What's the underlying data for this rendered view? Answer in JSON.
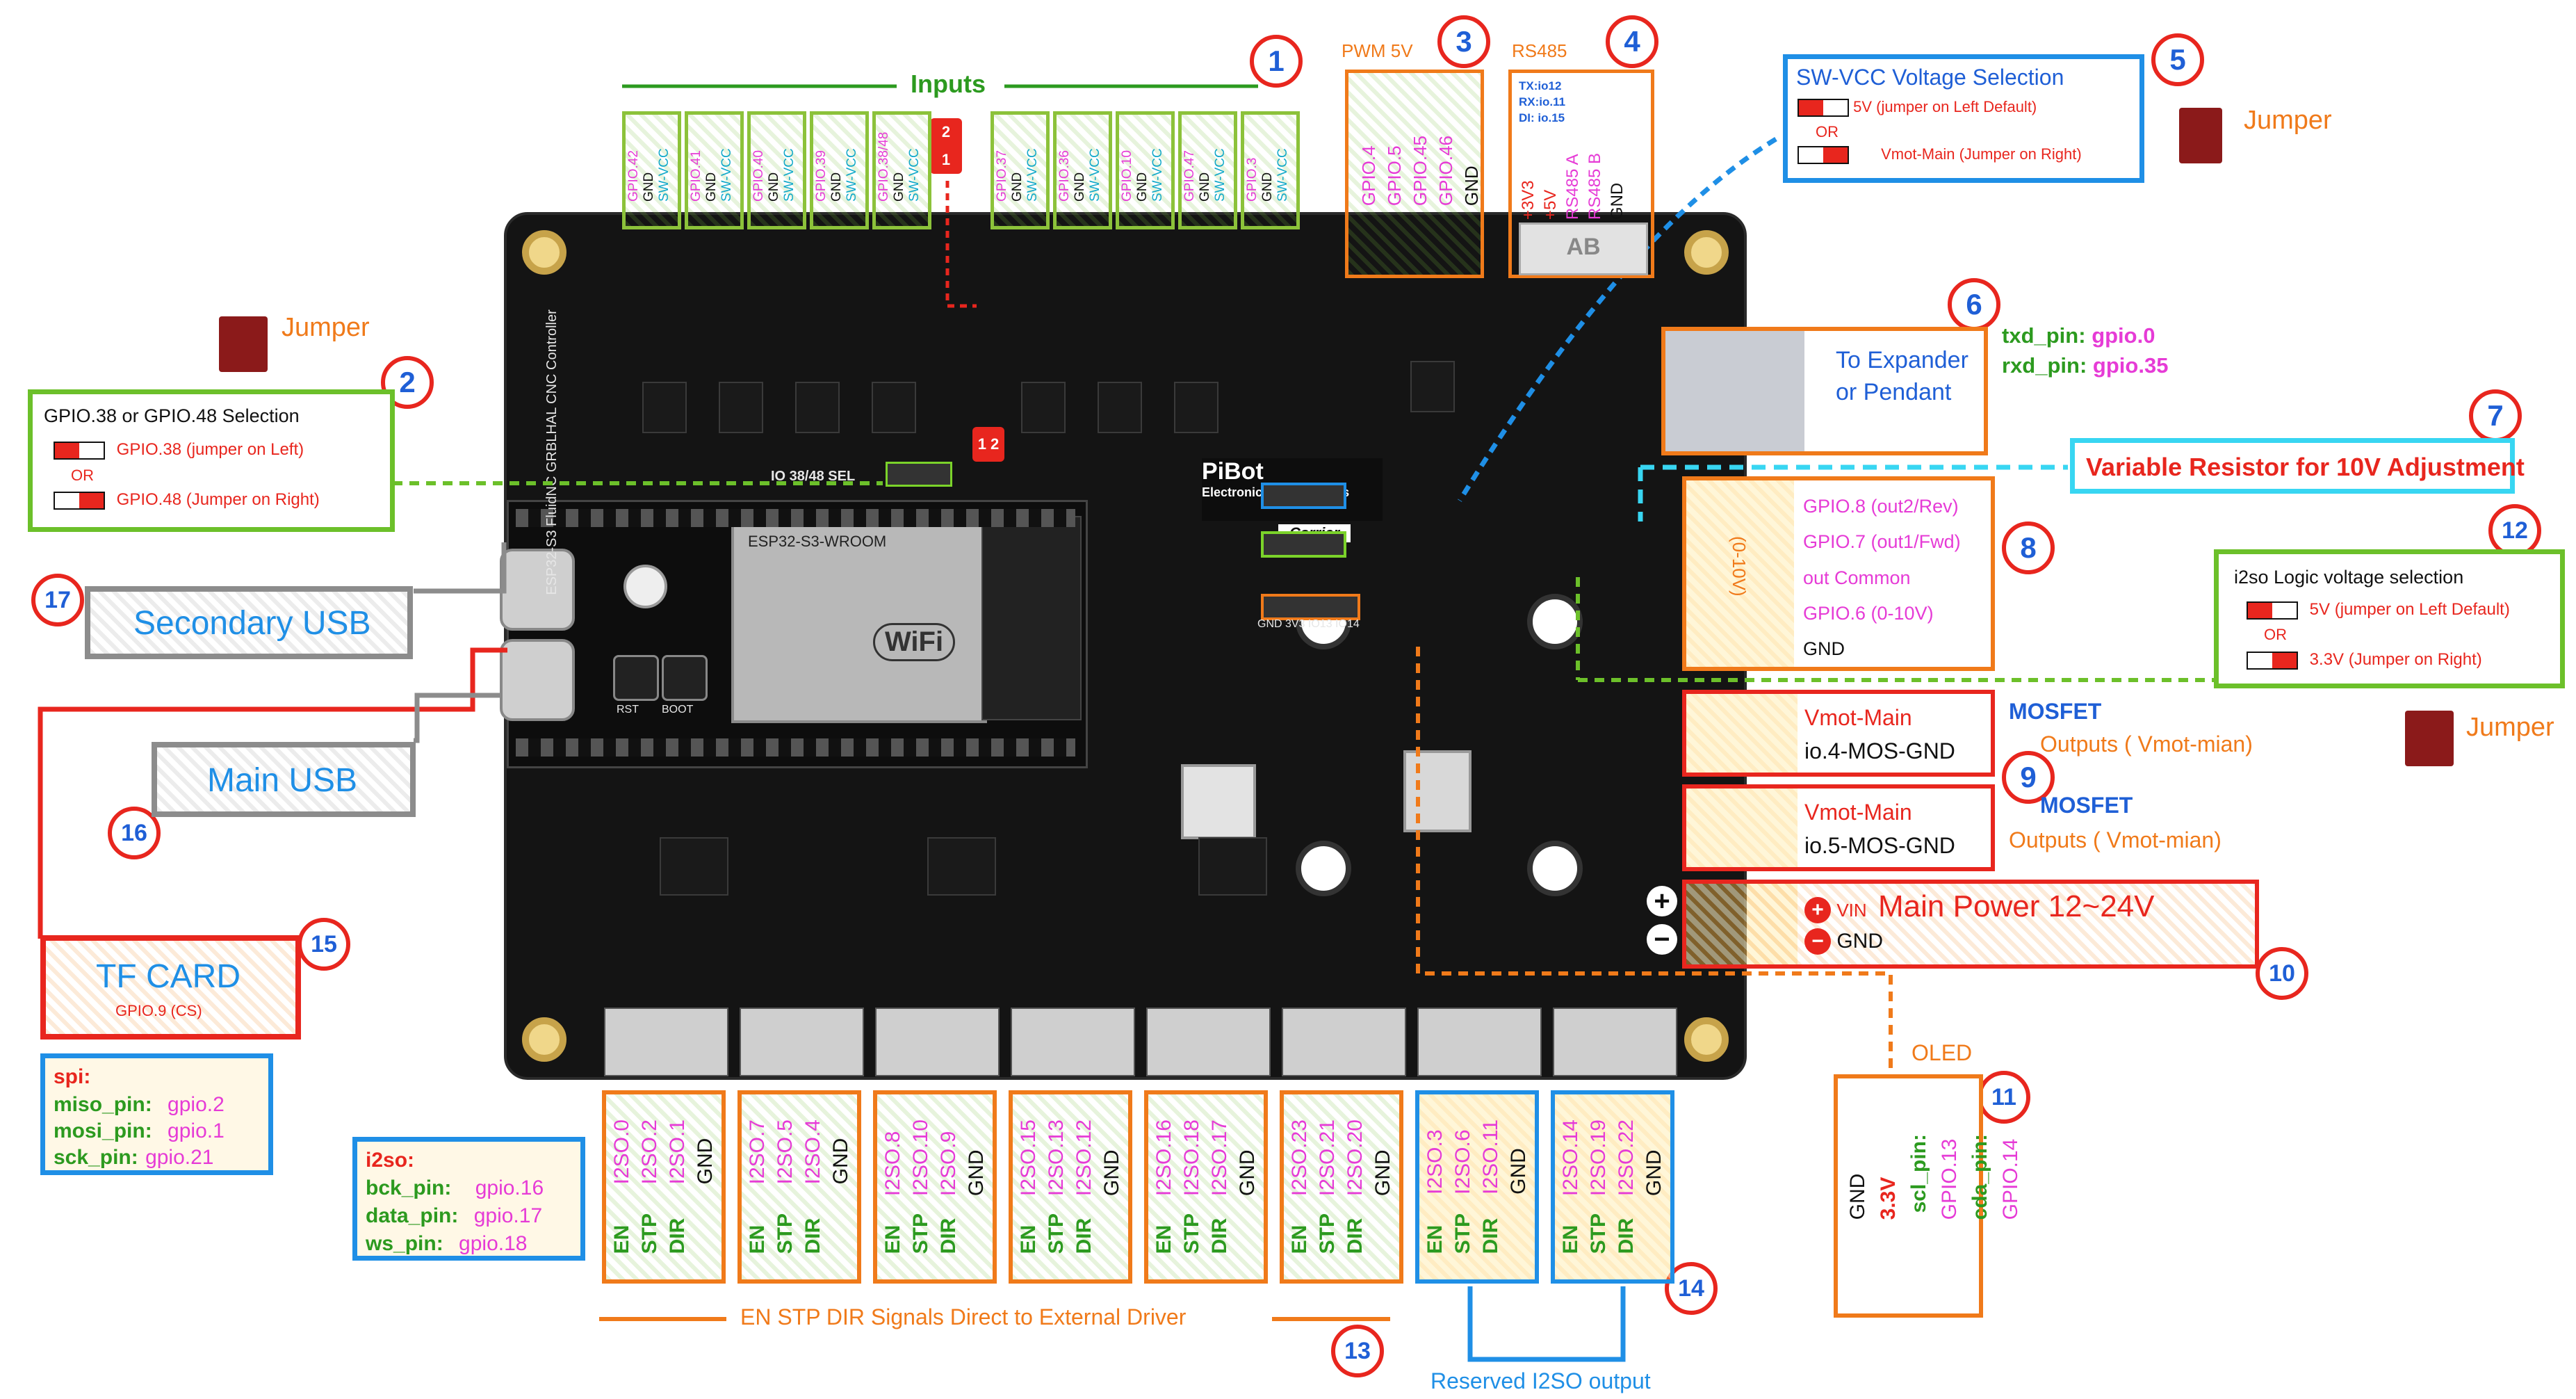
{
  "markers": [
    "1",
    "2",
    "3",
    "4",
    "5",
    "6",
    "7",
    "8",
    "9",
    "10",
    "11",
    "12",
    "13",
    "14",
    "15",
    "16",
    "17"
  ],
  "inputs": {
    "title": "Inputs",
    "groups": [
      [
        "GPIO.42",
        "GND",
        "SW-VCC"
      ],
      [
        "GPIO.41",
        "GND",
        "SW-VCC"
      ],
      [
        "GPIO.40",
        "GND",
        "SW-VCC"
      ],
      [
        "GPIO.39",
        "GND",
        "SW-VCC"
      ],
      [
        "GPIO.38/48",
        "GND",
        "SW-VCC"
      ],
      [
        "GPIO.37",
        "GND",
        "SW-VCC"
      ],
      [
        "GPIO.36",
        "GND",
        "SW-VCC"
      ],
      [
        "GPIO.10",
        "GND",
        "SW-VCC"
      ],
      [
        "GPIO.47",
        "GND",
        "SW-VCC"
      ],
      [
        "GPIO.3",
        "GND",
        "SW-VCC"
      ]
    ]
  },
  "pwm": {
    "title": "PWM 5V",
    "pins": [
      "GPIO.4",
      "GPIO.5",
      "GPIO.45",
      "GPIO.46",
      "GND"
    ]
  },
  "rs485": {
    "title": "RS485",
    "notes": [
      "TX:io12",
      "RX:io.11",
      "DI: io.15"
    ],
    "pins": [
      "+3V3",
      "+5V",
      "RS485 A",
      "RS485 B",
      "GND"
    ],
    "connector_label": "AB"
  },
  "sw_vcc": {
    "title": "SW-VCC Voltage Selection",
    "opt1": "5V (jumper on Left Default)",
    "or": "OR",
    "opt2": "Vmot-Main (Jumper on Right)",
    "jumper_label": "Jumper"
  },
  "gpio38_sel": {
    "title": "GPIO.38 or GPIO.48 Selection",
    "opt1": "GPIO.38 (jumper on Left)",
    "or": "OR",
    "opt2": "GPIO.48 (Jumper on Right)",
    "jumper_label": "Jumper"
  },
  "expander": {
    "text": "To Expander or Pendant",
    "txd_label": "txd_pin:",
    "txd_value": "gpio.0",
    "rxd_label": "rxd_pin:",
    "rxd_value": "gpio.35"
  },
  "variable_resistor": {
    "label": "Variable Resistor for 10V Adjustment"
  },
  "spindle": {
    "range": "(0-10V)",
    "lines": [
      "GPIO.8 (out2/Rev)",
      "GPIO.7 (out1/Fwd)",
      "out  Common",
      "GPIO.6 (0-10V)",
      "GND"
    ]
  },
  "i2so_logic": {
    "title": "i2so Logic voltage selection",
    "opt1": "5V (jumper on Left Default)",
    "or": "OR",
    "opt2": "3.3V (Jumper on Right)",
    "jumper_label": "Jumper"
  },
  "mosfet": {
    "out1": [
      "Vmot-Main",
      "io.4-MOS-GND"
    ],
    "out2": [
      "Vmot-Main",
      "io.5-MOS-GND"
    ],
    "title": "MOSFET",
    "desc": "Outputs ( Vmot-mian)"
  },
  "power": {
    "vin": "VIN",
    "title": "Main Power 12~24V",
    "gnd": "GND"
  },
  "oled": {
    "title": "OLED",
    "pins": [
      "GND",
      "3.3V",
      "scl_pin:",
      "GPIO.13",
      "cda_pin:",
      "GPIO.14"
    ]
  },
  "usb": {
    "secondary": "Secondary USB",
    "main": "Main USB"
  },
  "tf_card": {
    "title": "TF CARD",
    "sub": "GPIO.9 (CS)"
  },
  "spi": {
    "title": "spi:",
    "rows": [
      {
        "k": "miso_pin:",
        "v": "gpio.2"
      },
      {
        "k": "mosi_pin:",
        "v": "gpio.1"
      },
      {
        "k": "sck_pin:",
        "v": "gpio.21"
      }
    ]
  },
  "i2so": {
    "title": "i2so:",
    "rows": [
      {
        "k": "bck_pin:",
        "v": "gpio.16"
      },
      {
        "k": "data_pin:",
        "v": "gpio.17"
      },
      {
        "k": "ws_pin:",
        "v": "gpio.18"
      }
    ]
  },
  "drivers": {
    "groups": [
      {
        "pins": [
          "I2SO.0",
          "I2SO.2",
          "I2SO.1",
          "GND"
        ]
      },
      {
        "pins": [
          "I2SO.7",
          "I2SO.5",
          "I2SO.4",
          "GND"
        ]
      },
      {
        "pins": [
          "I2SO.8",
          "I2SO.10",
          "I2SO.9",
          "GND"
        ]
      },
      {
        "pins": [
          "I2SO.15",
          "I2SO.13",
          "I2SO.12",
          "GND"
        ]
      },
      {
        "pins": [
          "I2SO.16",
          "I2SO.18",
          "I2SO.17",
          "GND"
        ]
      },
      {
        "pins": [
          "I2SO.23",
          "I2SO.21",
          "I2SO.20",
          "GND"
        ]
      },
      {
        "pins": [
          "I2SO.3",
          "I2SO.6",
          "I2SO.11",
          "GND"
        ]
      },
      {
        "pins": [
          "I2SO.14",
          "I2SO.19",
          "I2SO.22",
          "GND"
        ]
      }
    ],
    "signals": [
      "EN",
      "STP",
      "DIR"
    ],
    "caption": "EN STP DIR Signals Direct to External Driver",
    "reserved": "Reserved I2SO output"
  },
  "board": {
    "brand": "PiBot",
    "brand_sub": "Electronics & Mechanics",
    "carrier": "Carrier",
    "model": "ESP32-S3 FluidNC GRBLHAL CNC Controller",
    "io_sel": "IO 38/48 SEL",
    "module_text": "ESP32-S3-WROOM",
    "wifi": "WiFi",
    "rst": "RST",
    "boot": "BOOT",
    "header_row": "GND 3V3 IO13 IO14"
  },
  "colors": {
    "red": "#e8261e",
    "blue": "#1f5fd6",
    "green": "#2c9a1f",
    "magenta": "#e63bd6",
    "orange": "#f07a1a",
    "cyan": "#12a9c9",
    "board": "#141414"
  }
}
